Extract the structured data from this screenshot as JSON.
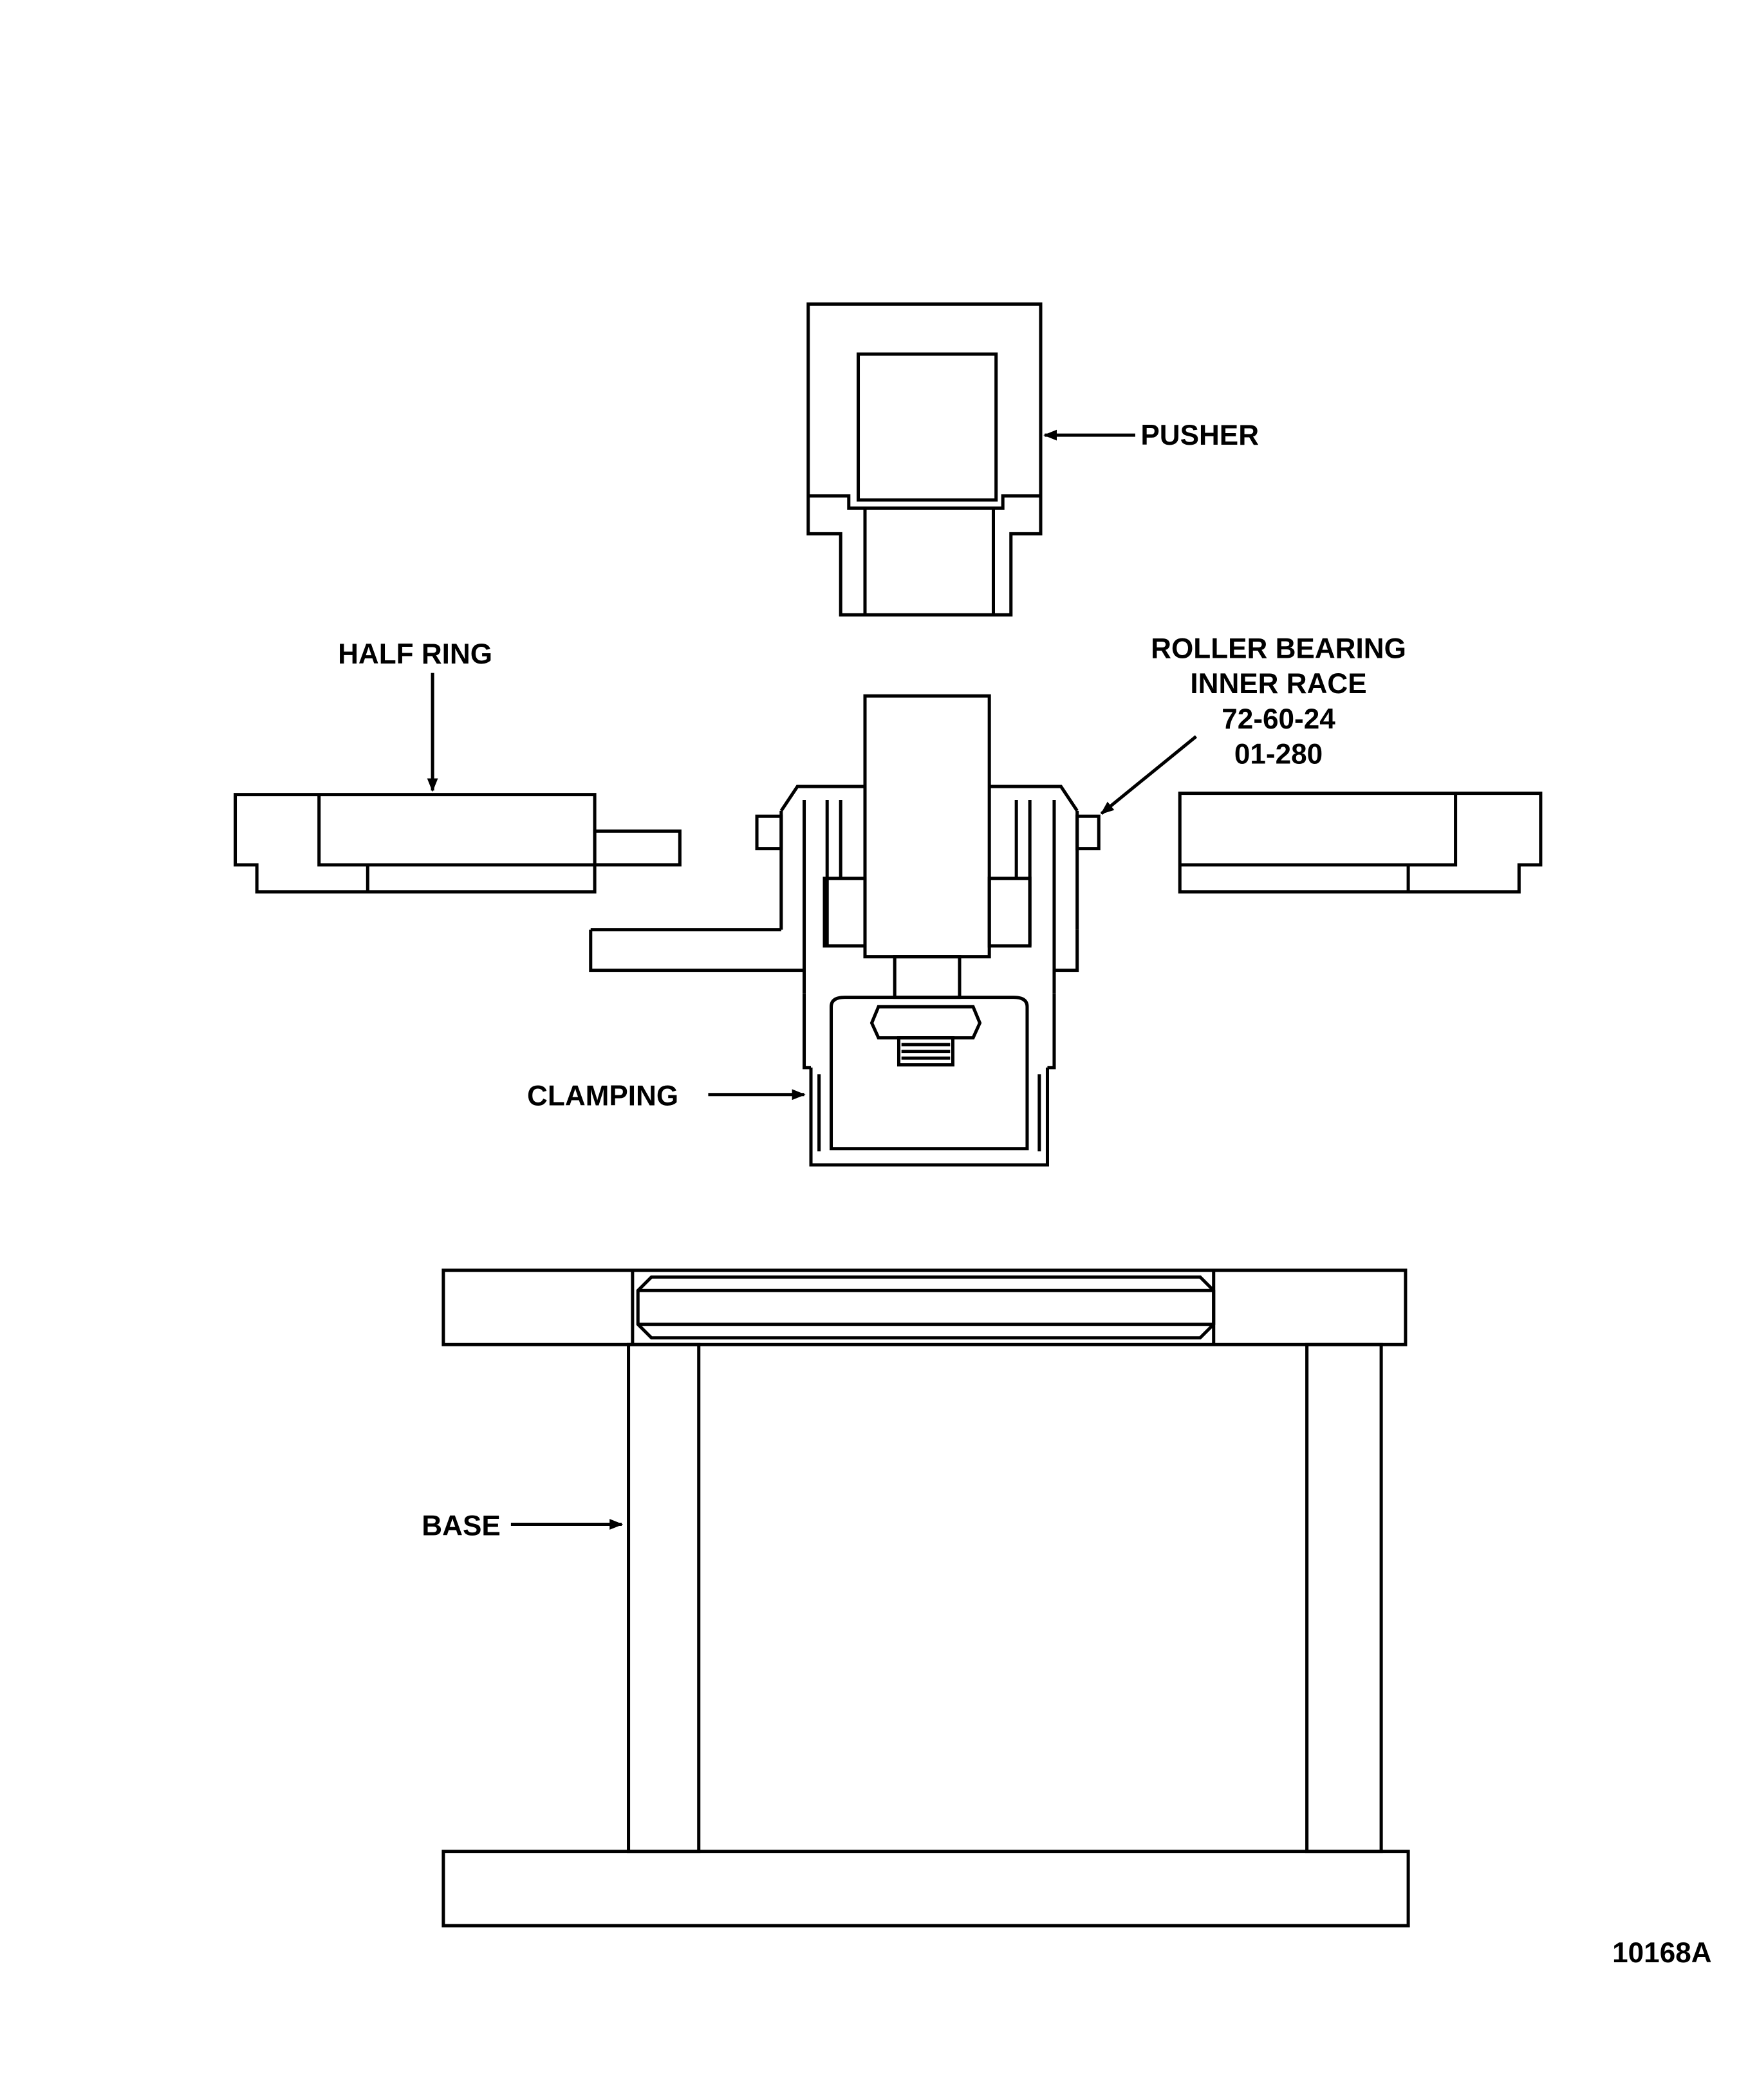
{
  "figure_number": "10168A",
  "labels": {
    "pusher": "PUSHER",
    "half_ring": "HALF RING",
    "roller_bearing": [
      "ROLLER BEARING",
      "INNER RACE",
      "72-60-24",
      "01-280"
    ],
    "clamping": "CLAMPING",
    "base": "BASE"
  }
}
